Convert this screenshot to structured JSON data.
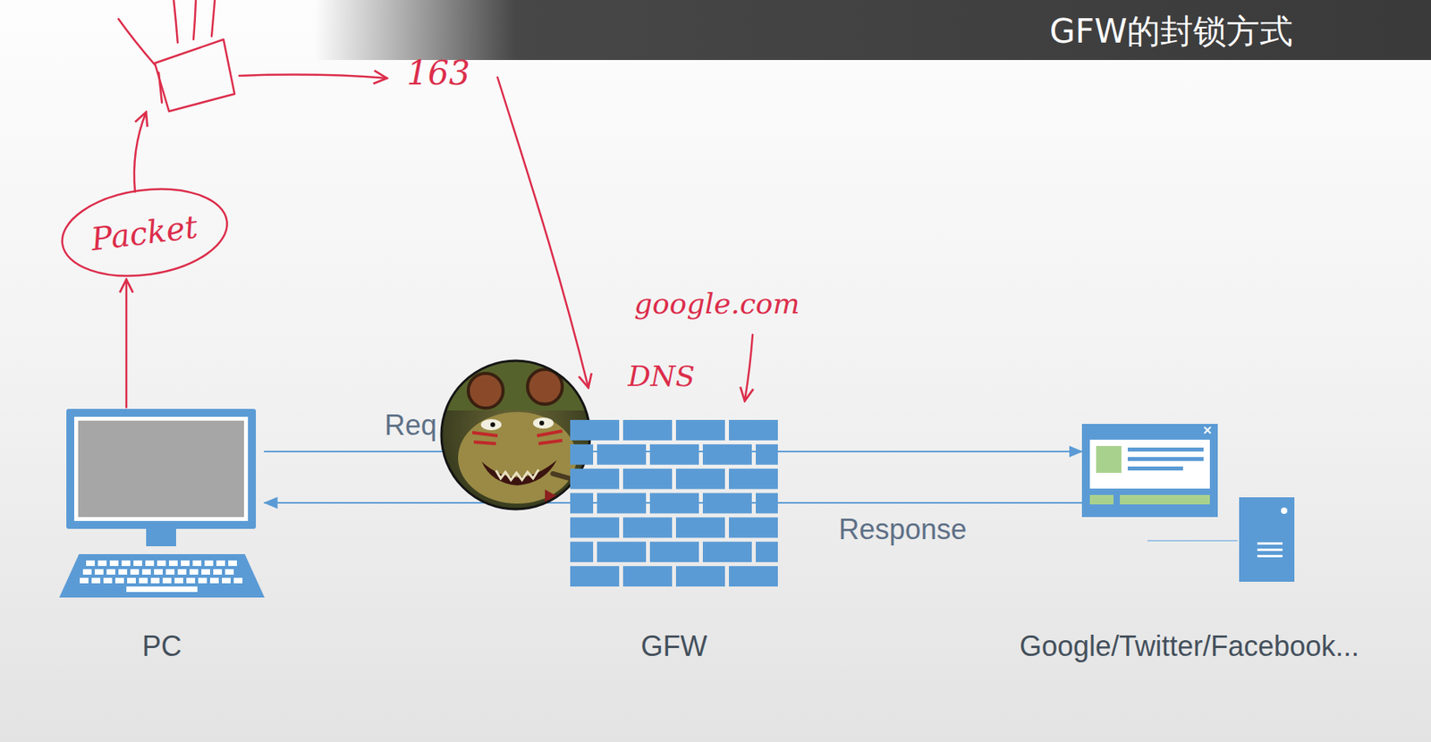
{
  "diagram": {
    "title": "GFW的封锁方式",
    "nodes": [
      {
        "text": [
          "Packet"
        ]
      },
      {
        "text": [
          "PC"
        ]
      },
      {
        "text": [
          "GFW"
        ]
      },
      {
        "text": [
          "Google/Twitter/Facebook..."
        ]
      }
    ],
    "edges": [
      {
        "from": 1,
        "to": 0,
        "arrow": "to"
      },
      {
        "from": 1,
        "to": 3,
        "label": "Req",
        "arrow": "to"
      },
      {
        "from": 3,
        "to": 1,
        "label": "Response",
        "arrow": "to"
      }
    ],
    "labels": [
      "163",
      "google.com",
      "DNS"
    ]
  }
}
